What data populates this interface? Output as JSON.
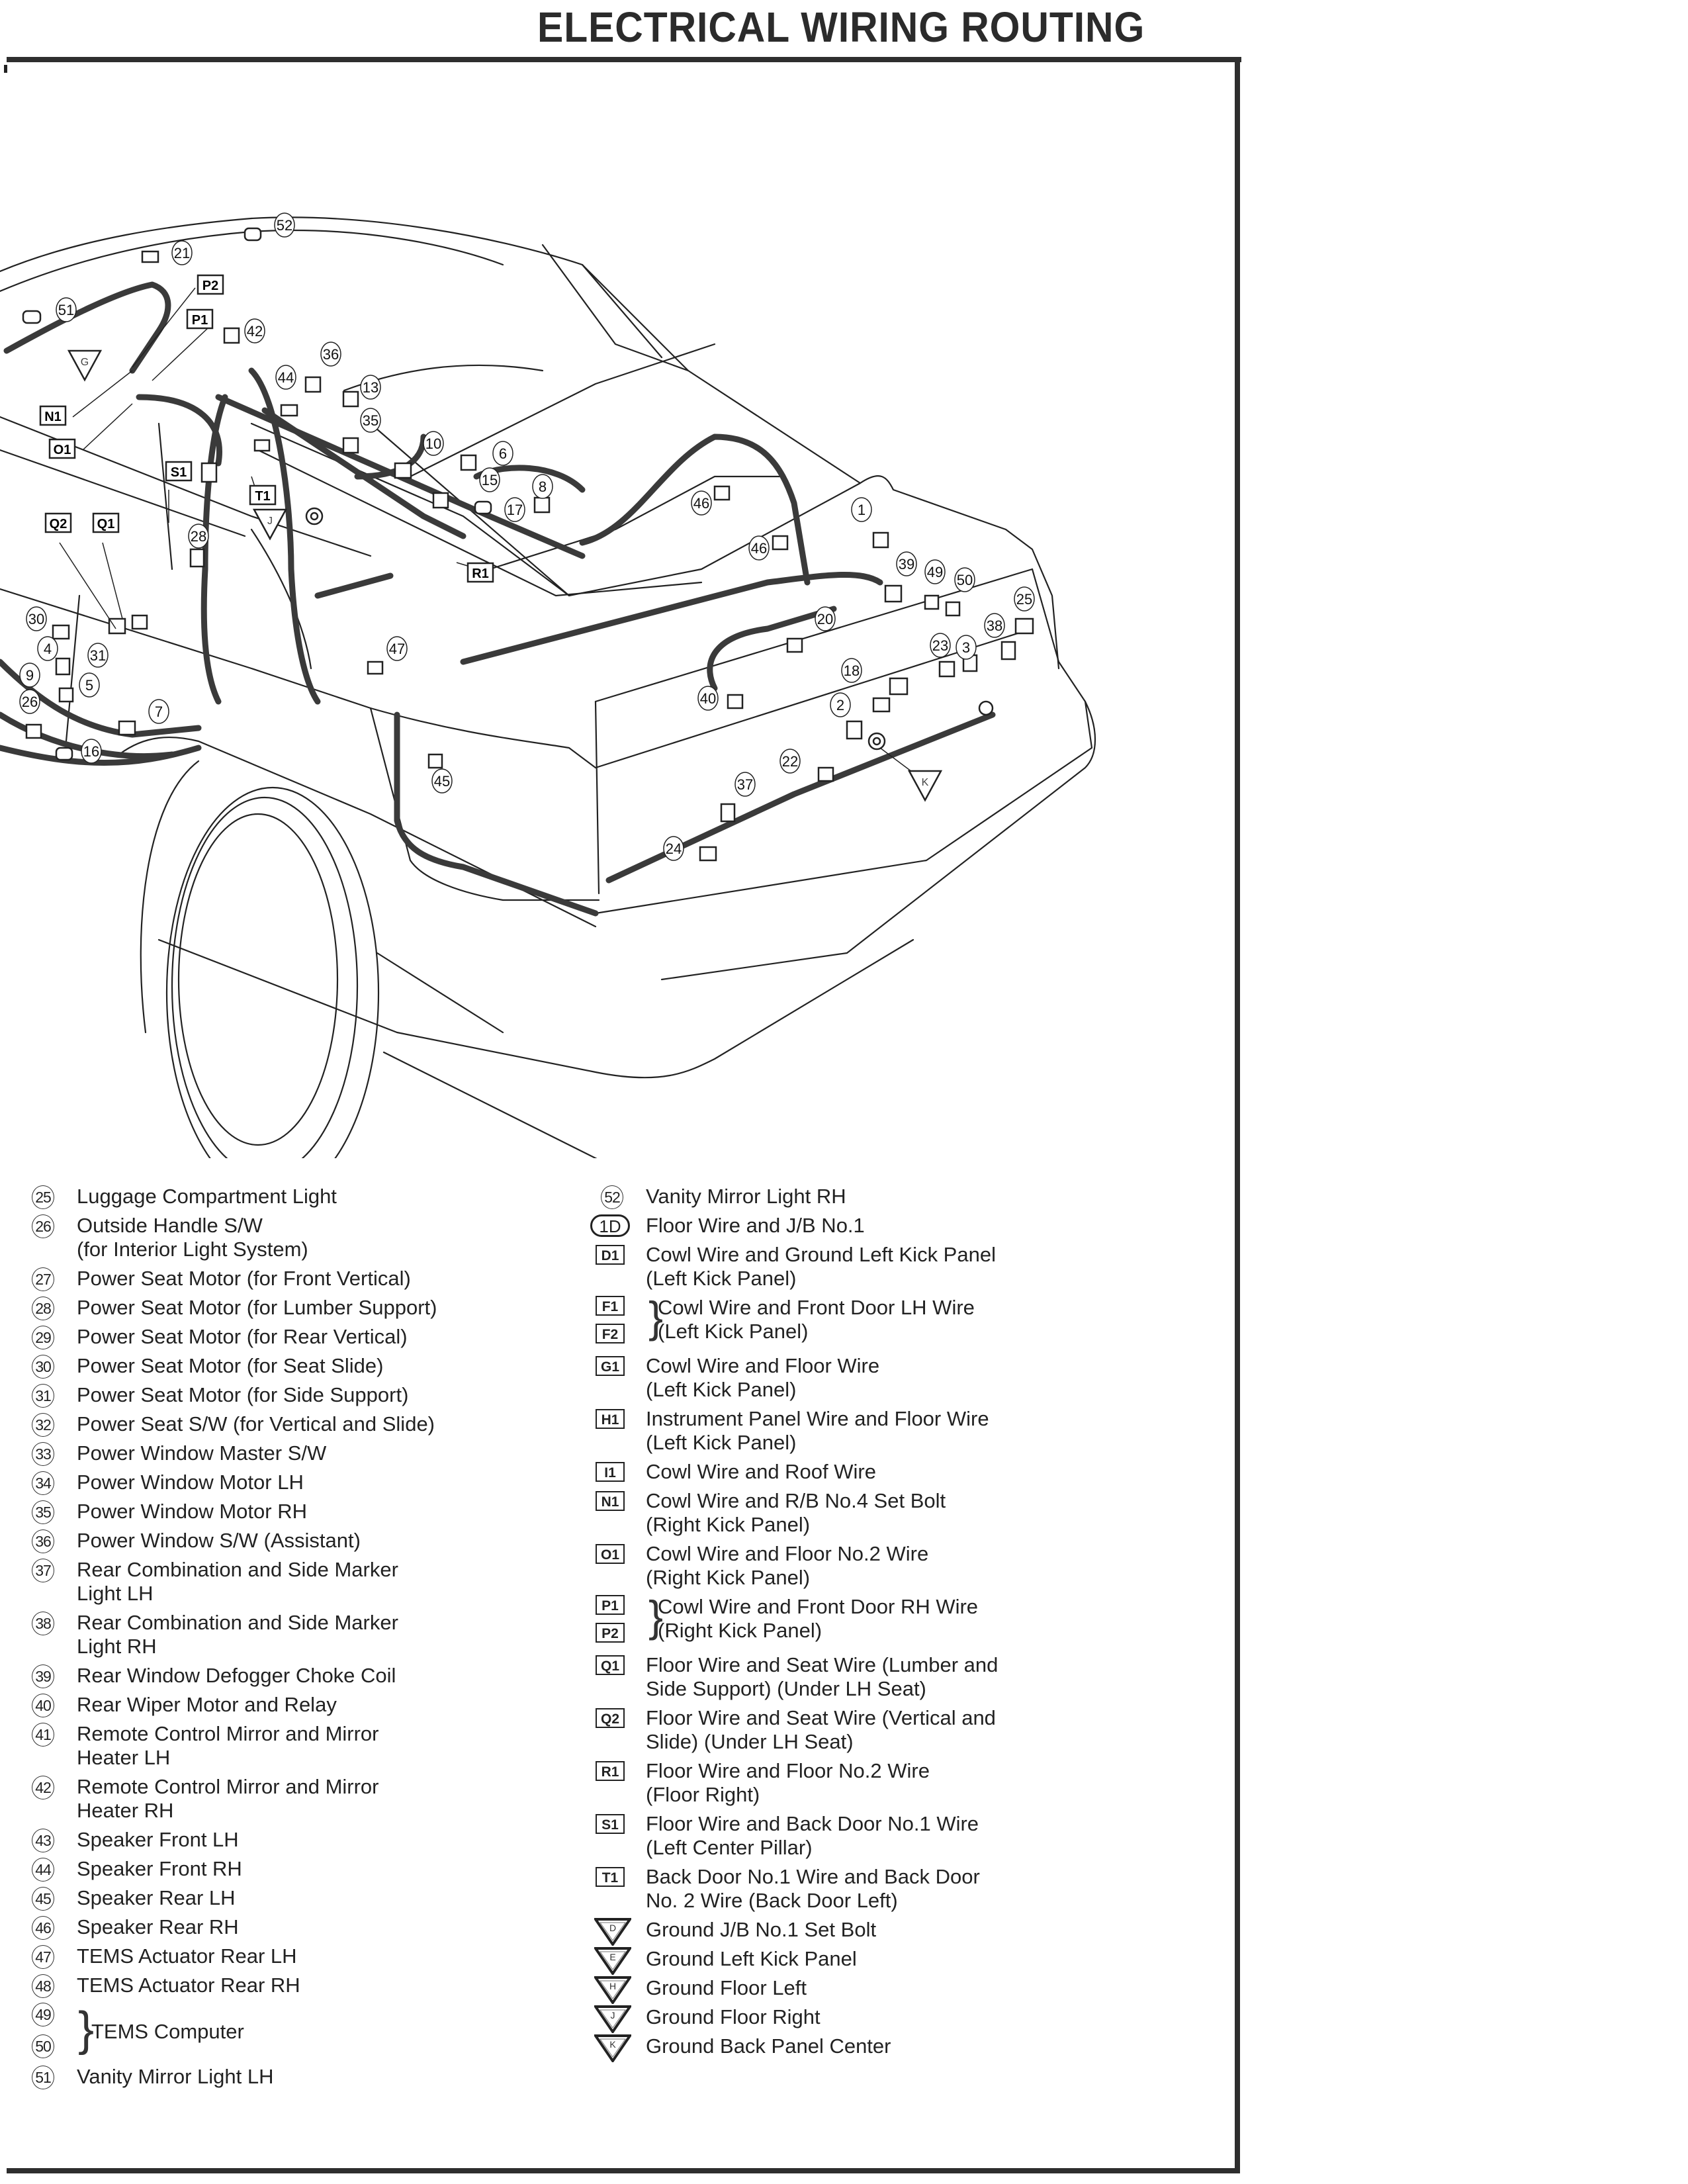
{
  "page": {
    "title": "ELECTRICAL WIRING ROUTING"
  },
  "diagram": {
    "callouts_circle": [
      "52",
      "21",
      "51",
      "42",
      "36",
      "44",
      "13",
      "35",
      "10",
      "6",
      "15",
      "8",
      "17",
      "28",
      "30",
      "4",
      "31",
      "9",
      "5",
      "26",
      "16",
      "7",
      "47",
      "45",
      "46",
      "46",
      "1",
      "39",
      "49",
      "50",
      "25",
      "38",
      "23",
      "3",
      "20",
      "18",
      "40",
      "2",
      "22",
      "37",
      "24"
    ],
    "callouts_box": [
      "P2",
      "P1",
      "N1",
      "O1",
      "S1",
      "T1",
      "Q2",
      "Q1",
      "R1"
    ],
    "callouts_ground": [
      "G",
      "J",
      "K"
    ]
  },
  "legend_left": [
    {
      "id": "25",
      "label": "Luggage Compartment Light"
    },
    {
      "id": "26",
      "label": "Outside Handle S/W\n(for Interior Light System)"
    },
    {
      "id": "27",
      "label": "Power Seat Motor (for Front Vertical)"
    },
    {
      "id": "28",
      "label": "Power Seat Motor (for Lumber Support)"
    },
    {
      "id": "29",
      "label": "Power Seat Motor (for Rear Vertical)"
    },
    {
      "id": "30",
      "label": "Power Seat Motor (for Seat Slide)"
    },
    {
      "id": "31",
      "label": "Power Seat Motor (for Side Support)"
    },
    {
      "id": "32",
      "label": "Power Seat S/W (for Vertical and Slide)"
    },
    {
      "id": "33",
      "label": "Power Window Master S/W"
    },
    {
      "id": "34",
      "label": "Power Window Motor LH"
    },
    {
      "id": "35",
      "label": "Power Window Motor RH"
    },
    {
      "id": "36",
      "label": "Power Window S/W (Assistant)"
    },
    {
      "id": "37",
      "label": "Rear Combination and Side Marker\nLight LH"
    },
    {
      "id": "38",
      "label": "Rear Combination and Side Marker\nLight RH"
    },
    {
      "id": "39",
      "label": "Rear Window Defogger Choke Coil"
    },
    {
      "id": "40",
      "label": "Rear Wiper Motor and Relay"
    },
    {
      "id": "41",
      "label": "Remote Control Mirror and Mirror\nHeater LH"
    },
    {
      "id": "42",
      "label": "Remote Control Mirror and Mirror\nHeater RH"
    },
    {
      "id": "43",
      "label": "Speaker Front LH"
    },
    {
      "id": "44",
      "label": "Speaker Front RH"
    },
    {
      "id": "45",
      "label": "Speaker Rear LH"
    },
    {
      "id": "46",
      "label": "Speaker Rear RH"
    },
    {
      "id": "47",
      "label": "TEMS Actuator Rear LH"
    },
    {
      "id": "48",
      "label": "TEMS Actuator Rear RH"
    }
  ],
  "legend_left_group": {
    "ids": [
      "49",
      "50"
    ],
    "label": "TEMS Computer"
  },
  "legend_left_last": {
    "id": "51",
    "label": "Vanity Mirror Light LH"
  },
  "legend_right": [
    {
      "type": "circle",
      "id": "52",
      "label": "Vanity Mirror Light RH"
    },
    {
      "type": "pill",
      "id": "1D",
      "label": "Floor Wire and J/B No.1"
    },
    {
      "type": "box",
      "id": "D1",
      "label": "Cowl Wire and Ground Left Kick Panel\n(Left Kick Panel)"
    }
  ],
  "legend_right_group_f": {
    "ids": [
      "F1",
      "F2"
    ],
    "label": "Cowl Wire and Front Door LH Wire\n(Left Kick Panel)"
  },
  "legend_right_mid": [
    {
      "type": "box",
      "id": "G1",
      "label": "Cowl Wire and Floor Wire\n(Left Kick Panel)"
    },
    {
      "type": "box",
      "id": "H1",
      "label": "Instrument Panel Wire and Floor Wire\n(Left Kick Panel)"
    },
    {
      "type": "box",
      "id": "I1",
      "label": "Cowl Wire and Roof Wire"
    },
    {
      "type": "box",
      "id": "N1",
      "label": "Cowl Wire and R/B No.4 Set Bolt\n(Right Kick Panel)"
    },
    {
      "type": "box",
      "id": "O1",
      "label": "Cowl Wire and Floor No.2 Wire\n(Right Kick Panel)"
    }
  ],
  "legend_right_group_p": {
    "ids": [
      "P1",
      "P2"
    ],
    "label": "Cowl Wire and Front Door  RH Wire\n(Right Kick Panel)"
  },
  "legend_right_tail": [
    {
      "type": "box",
      "id": "Q1",
      "label": "Floor Wire and Seat Wire (Lumber and\nSide Support) (Under LH Seat)"
    },
    {
      "type": "box",
      "id": "Q2",
      "label": "Floor Wire and Seat Wire (Vertical and\nSlide) (Under LH Seat)"
    },
    {
      "type": "box",
      "id": "R1",
      "label": "Floor Wire and Floor No.2 Wire\n(Floor Right)"
    },
    {
      "type": "box",
      "id": "S1",
      "label": "Floor Wire and Back Door No.1 Wire\n(Left Center Pillar)"
    },
    {
      "type": "box",
      "id": "T1",
      "label": "Back Door No.1 Wire and Back Door\nNo. 2 Wire (Back Door Left)"
    }
  ],
  "legend_grounds": [
    {
      "id": "D",
      "label": "Ground J/B No.1 Set Bolt"
    },
    {
      "id": "E",
      "label": "Ground Left Kick Panel"
    },
    {
      "id": "H",
      "label": "Ground Floor Left"
    },
    {
      "id": "J",
      "label": "Ground Floor Right"
    },
    {
      "id": "K",
      "label": "Ground Back Panel Center"
    }
  ]
}
